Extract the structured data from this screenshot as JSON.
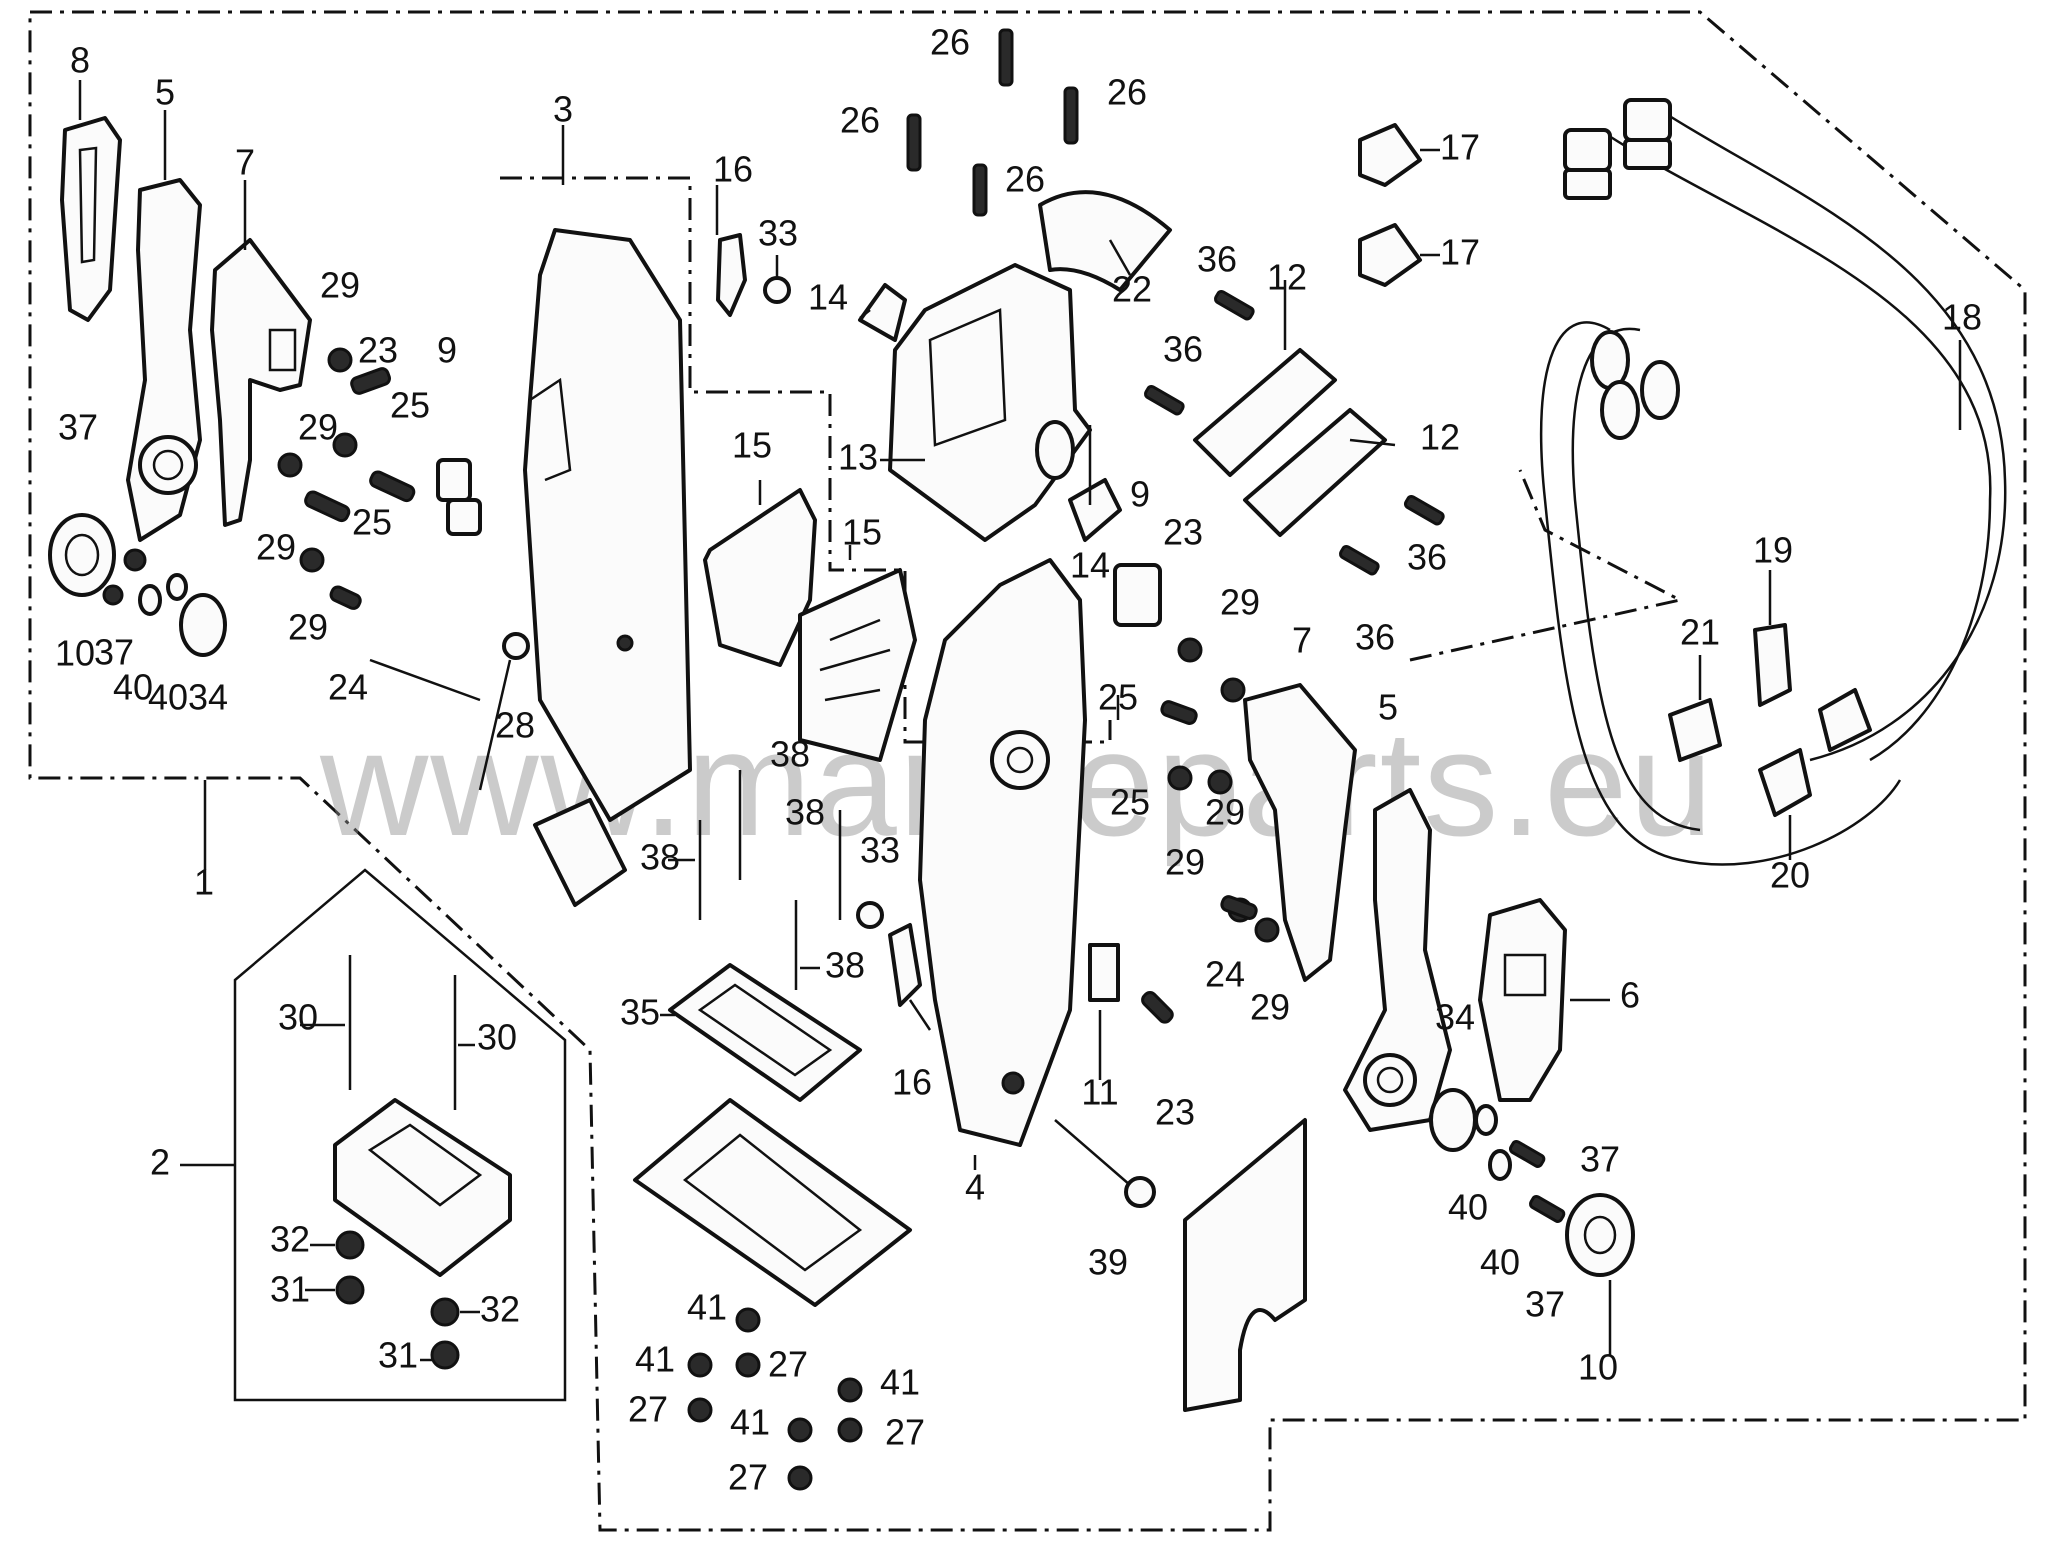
{
  "watermark": "www.marineparts.eu",
  "accent_colors": {
    "ink": "#111111",
    "watermark": "#8c8c8c",
    "background": "#ffffff"
  },
  "callouts": {
    "c1": "1",
    "c2": "2",
    "c3": "3",
    "c4": "4",
    "c5a": "5",
    "c5b": "5",
    "c6": "6",
    "c7a": "7",
    "c7b": "7",
    "c8": "8",
    "c9a": "9",
    "c9b": "9",
    "c10a": "10",
    "c10b": "10",
    "c11": "11",
    "c12a": "12",
    "c12b": "12",
    "c13": "13",
    "c14a": "14",
    "c14b": "14",
    "c15a": "15",
    "c15b": "15",
    "c16a": "16",
    "c16b": "16",
    "c17a": "17",
    "c17b": "17",
    "c18": "18",
    "c19": "19",
    "c20": "20",
    "c21": "21",
    "c22": "22",
    "c23a": "23",
    "c23b": "23",
    "c23c": "23",
    "c24a": "24",
    "c24b": "24",
    "c25a": "25",
    "c25b": "25",
    "c25c": "25",
    "c25d": "25",
    "c26a": "26",
    "c26b": "26",
    "c26c": "26",
    "c26d": "26",
    "c27a": "27",
    "c27b": "27",
    "c27c": "27",
    "c27d": "27",
    "c28": "28",
    "c29a": "29",
    "c29b": "29",
    "c29c": "29",
    "c29d": "29",
    "c29e": "29",
    "c29f": "29",
    "c29g": "29",
    "c29h": "29",
    "c30a": "30",
    "c30b": "30",
    "c31a": "31",
    "c31b": "31",
    "c32a": "32",
    "c32b": "32",
    "c33a": "33",
    "c33b": "33",
    "c34a": "34",
    "c34b": "34",
    "c35": "35",
    "c36a": "36",
    "c36b": "36",
    "c36c": "36",
    "c36d": "36",
    "c37a": "37",
    "c37b": "37",
    "c37c": "37",
    "c37d": "37",
    "c38a": "38",
    "c38b": "38",
    "c38c": "38",
    "c38d": "38",
    "c39": "39",
    "c40a": "40",
    "c40b": "40",
    "c40c": "40",
    "c40d": "40",
    "c41a": "41",
    "c41b": "41",
    "c41c": "41",
    "c41d": "41"
  }
}
